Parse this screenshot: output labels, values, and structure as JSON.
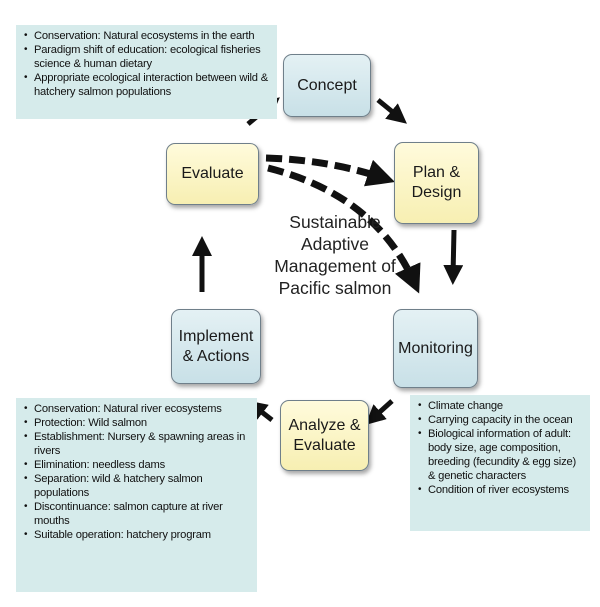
{
  "nodes": {
    "concept": "Concept",
    "plan": [
      "Plan &",
      "Design"
    ],
    "monitoring": "Monitoring",
    "analyze": [
      "Analyze &",
      "Evaluate"
    ],
    "implement": [
      "Implement",
      "& Actions"
    ],
    "evaluate": "Evaluate"
  },
  "center_title": [
    "Sustainable",
    "Adaptive",
    "Management of",
    "Pacific salmon"
  ],
  "top_note": [
    "Conservation: Natural ecosystems in the earth",
    "Paradigm shift of education: ecological fisheries science &  human dietary",
    "Appropriate ecological interaction between wild & hatchery salmon populations"
  ],
  "right_note": [
    "Climate change",
    "Carrying capacity in the ocean",
    "Biological information of adult: body size, age  composition, breeding (fecundity & egg size) & genetic characters",
    "Condition of river ecosystems"
  ],
  "left_note": [
    "Conservation: Natural river ecosystems",
    "Protection: Wild salmon",
    "Establishment: Nursery & spawning areas in rivers",
    "Elimination: needless dams",
    "Separation: wild & hatchery salmon populations",
    "Discontinuance: salmon capture at river mouths",
    "Suitable operation: hatchery program"
  ],
  "colors": {
    "blue_box": "#d2e7ec",
    "yellow_box": "#fbf4c4",
    "note_bg": "#d6ebeb",
    "arrow": "#111111"
  }
}
